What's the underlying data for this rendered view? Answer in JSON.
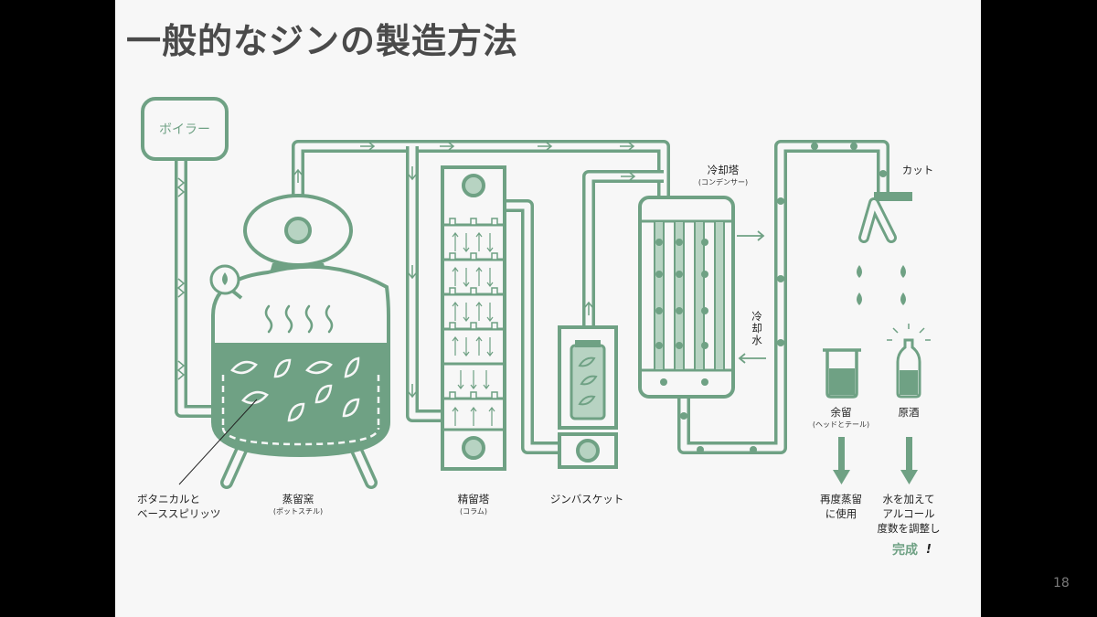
{
  "title": "一般的なジンの製造方法",
  "page_number": "18",
  "colors": {
    "main": "#6fa184",
    "light": "#b7d3c2",
    "background": "#f7f7f7",
    "title": "#4a4a4a"
  },
  "labels": {
    "boiler": "ボイラー",
    "botanical_line1": "ボタニカルと",
    "botanical_line2": "ベーススピリッツ",
    "still": "蒸留窯",
    "still_sub": "(ポットスチル)",
    "column": "精留塔",
    "column_sub": "(コラム)",
    "basket": "ジンバスケット",
    "condenser": "冷却塔",
    "condenser_sub": "(コンデンサー)",
    "cooling_water_1": "冷",
    "cooling_water_2": "却",
    "cooling_water_3": "水",
    "cut": "カット",
    "residue": "余留",
    "residue_sub": "(ヘッドとテール)",
    "raw_spirit": "原酒",
    "reuse_line1": "再度蒸留",
    "reuse_line2": "に使用",
    "adjust_line1": "水を加えて",
    "adjust_line2": "アルコール",
    "adjust_line3": "度数を調整し",
    "done": "完成",
    "done_mark": "!"
  }
}
